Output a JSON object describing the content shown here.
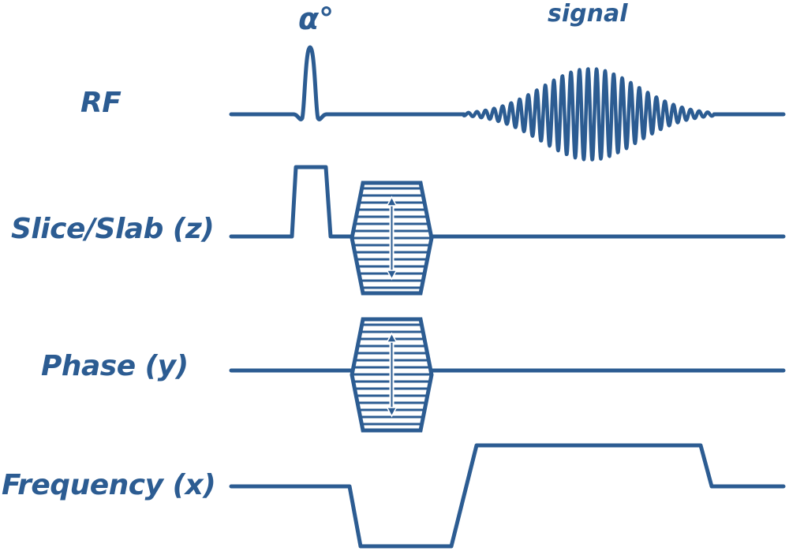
{
  "labels": {
    "pulse": "α°",
    "signal": "signal",
    "rows": {
      "rf": "RF",
      "slice": "Slice/Slab (z)",
      "phase": "Phase (y)",
      "frequency": "Frequency (x)"
    }
  },
  "colors": {
    "stroke": "#2c5c92",
    "label": "#2c5c92",
    "background": "#ffffff"
  }
}
